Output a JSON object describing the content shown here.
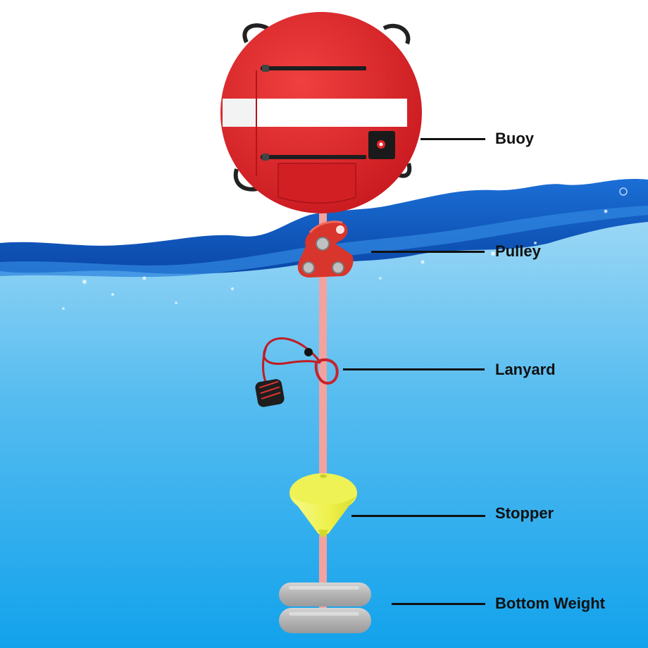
{
  "colors": {
    "sky": "#ffffff",
    "water_top": "#8fd0f2",
    "water_bottom": "#16a4ec",
    "wave_dark": "#0b4fb0",
    "wave_mid": "#1e6fd0",
    "buoy_red": "#e3262a",
    "buoy_stripe": "#ffffff",
    "line": "#f4a3a0",
    "stopper": "#f1f55a",
    "weight": "#b7b7b7",
    "label_text": "#111111"
  },
  "diagram": {
    "labels": [
      {
        "id": "buoy",
        "text": "Buoy",
        "icon": "buoy-icon"
      },
      {
        "id": "pulley",
        "text": "Pulley",
        "icon": "pulley-icon"
      },
      {
        "id": "lanyard",
        "text": "Lanyard",
        "icon": "lanyard-icon"
      },
      {
        "id": "stopper",
        "text": "Stopper",
        "icon": "stopper-icon"
      },
      {
        "id": "bottom_weight",
        "text": "Bottom Weight",
        "icon": "weight-icon"
      }
    ]
  }
}
